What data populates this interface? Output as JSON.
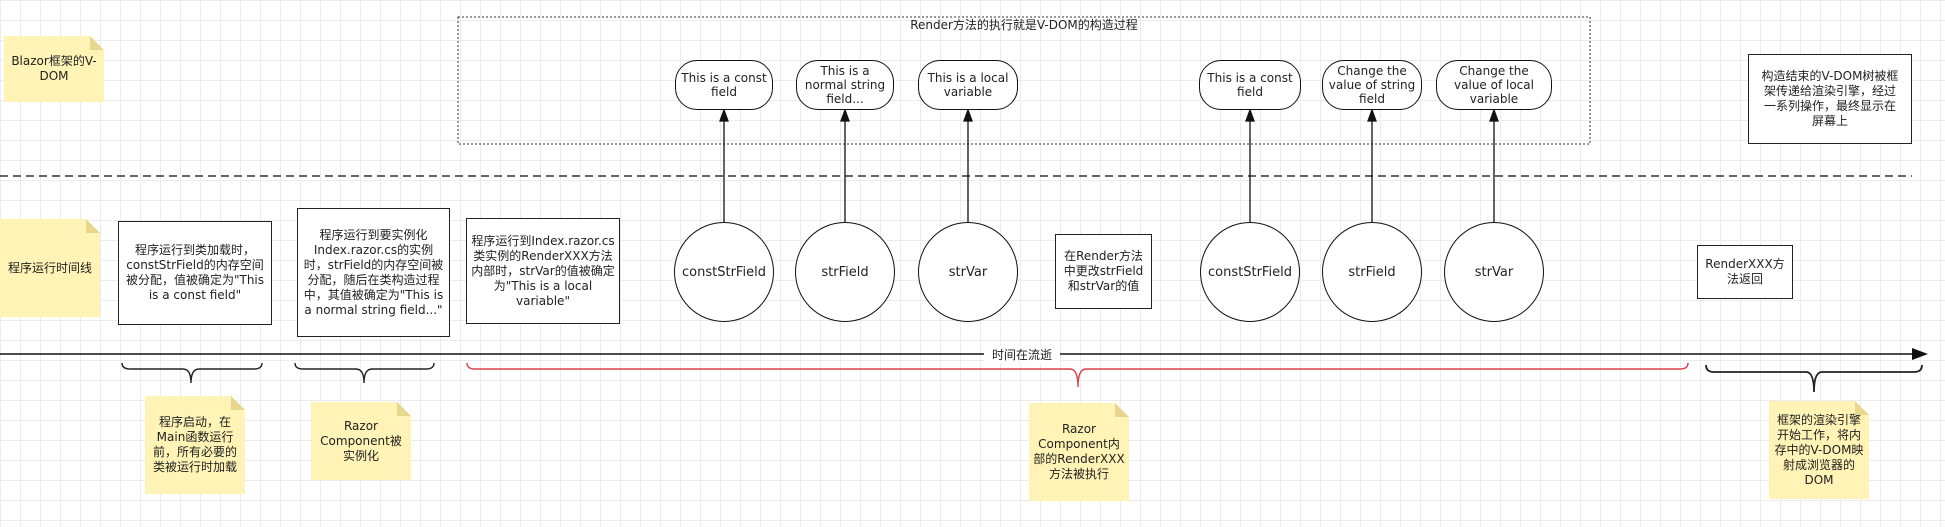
{
  "notes": {
    "blazor_vdom": "Blazor框架的V-DOM",
    "runtime_timeline": "程序运行时间线",
    "program_start": "程序启动，在Main函数运行前，所有必要的类被运行时加载",
    "razor_instantiated": "Razor Component被实例化",
    "renderxxx_executed": "Razor Component内部的RenderXXX方法被执行",
    "render_engine": "框架的渲染引擎开始工作，将内存中的V-DOM映射成浏览器的DOM"
  },
  "vdom_region": {
    "title": "Render方法的执行就是V-DOM的构造过程",
    "nodes_first": [
      "This is a const field",
      "This is a normal string field...",
      "This is a local variable"
    ],
    "nodes_second": [
      "This is a const field",
      "Change the value of string field",
      "Change the value of local variable"
    ]
  },
  "right_box": "构造结束的V-DOM树被框架传递给渲染引擎，经过一系列操作，最终显示在屏幕上",
  "steps": {
    "class_loading": "程序运行到类加载时，constStrField的内存空间被分配，值被确定为\"This is a const field\"",
    "instantiate": "程序运行到要实例化Index.razor.cs的实例时，strField的内存空间被分配，随后在类构造过程中，其值被确定为\"This is a normal string field...\"",
    "render_call": "程序运行到Index.razor.cs类实例的RenderXXX方法内部时，strVar的值被确定为\"This is a local variable\"",
    "modify": "在Render方法中更改strField和strVar的值",
    "return": "RenderXXX方法返回"
  },
  "variables_first": [
    "constStrField",
    "strField",
    "strVar"
  ],
  "variables_second": [
    "constStrField",
    "strField",
    "strVar"
  ],
  "timeline_label": "时间在流逝",
  "colors": {
    "note_fill": "#fff3b5",
    "red_brace": "#d9404a",
    "stroke": "#111111"
  }
}
